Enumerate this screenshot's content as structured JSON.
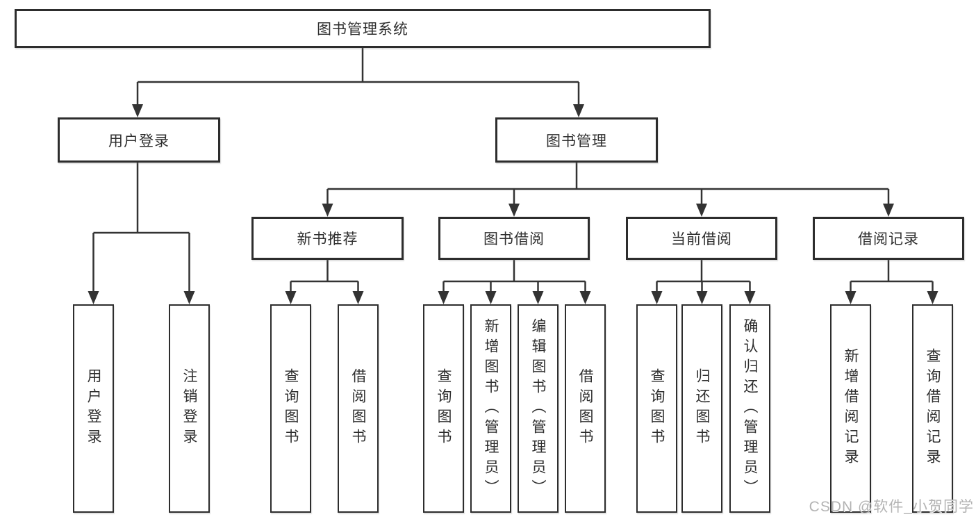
{
  "diagram": {
    "root": {
      "label": "图书管理系统"
    },
    "level2": [
      {
        "label": "用户登录"
      },
      {
        "label": "图书管理"
      }
    ],
    "level3": [
      {
        "label": "新书推荐"
      },
      {
        "label": "图书借阅"
      },
      {
        "label": "当前借阅"
      },
      {
        "label": "借阅记录"
      }
    ],
    "leaves": [
      {
        "label": "用户登录"
      },
      {
        "label": "注销登录"
      },
      {
        "label": "查询图书"
      },
      {
        "label": "借阅图书"
      },
      {
        "label": "查询图书"
      },
      {
        "label": "新增图书（管理员）"
      },
      {
        "label": "编辑图书（管理员）"
      },
      {
        "label": "借阅图书"
      },
      {
        "label": "查询图书"
      },
      {
        "label": "归还图书"
      },
      {
        "label": "确认归还（管理员）"
      },
      {
        "label": "新增借阅记录"
      },
      {
        "label": "查询借阅记录"
      }
    ],
    "colors": {
      "line": "#333333",
      "box_border": "#2d2d2d",
      "box_fill": "#ffffff",
      "text": "#2f2f2f",
      "watermark": "#b3b3b3"
    }
  },
  "watermark": {
    "text": "CSDN @软件_小贺同学"
  }
}
